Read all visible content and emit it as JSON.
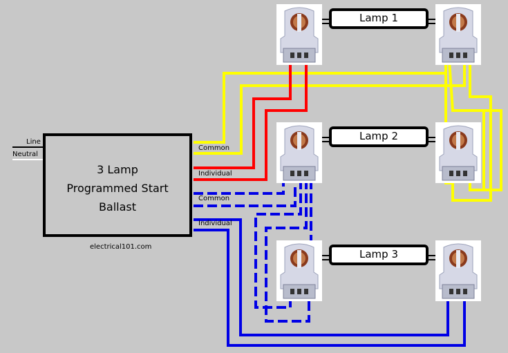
{
  "ballast": {
    "line1": "3 Lamp",
    "line2": "Programmed Start",
    "line3": "Ballast"
  },
  "inputs": {
    "line": "Line",
    "neutral": "Neutral"
  },
  "outputs": {
    "common_1": "Common",
    "individual_1": "Individual",
    "common_2": "Common",
    "individual_2": "Individual"
  },
  "lamps": [
    "Lamp 1",
    "Lamp 2",
    "Lamp 3"
  ],
  "watermark": "electrical101.com",
  "colors": {
    "background": "#c8c8c8",
    "yellow": "#ffff00",
    "red": "#ff0000",
    "blue": "#0000e6",
    "black": "#000000"
  }
}
